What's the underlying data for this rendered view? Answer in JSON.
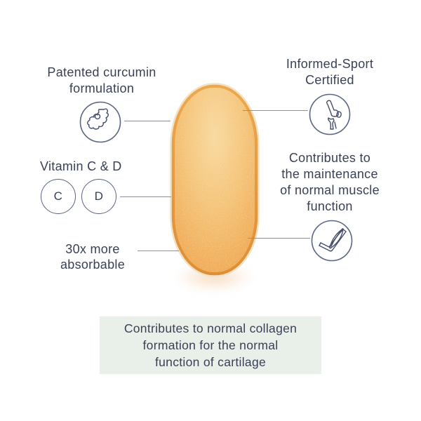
{
  "colors": {
    "background": "#ffffff",
    "text": "#3a4157",
    "connector_line": "#8d9199",
    "circle_stroke": "#5b6584",
    "icon_stroke": "#454f6b",
    "banner_background": "#e9efe9",
    "pill_rim": "#f0e2c4",
    "pill_ring": "#e6993f",
    "pill_body": "#f3bb6e",
    "pill_highlight": "#f9daa2"
  },
  "callouts": {
    "curcumin": {
      "lines": [
        "Patented curcumin",
        "formulation"
      ],
      "icon": "turmeric-root-icon"
    },
    "informed_sport": {
      "lines": [
        "Informed-Sport",
        "Certified"
      ],
      "icon": "knee-joint-icon"
    },
    "vitamins": {
      "label": "Vitamin C & D",
      "badge_c": "C",
      "badge_d": "D"
    },
    "muscle": {
      "lines": [
        "Contributes to",
        "the maintenance",
        "of normal muscle",
        "function"
      ],
      "icon": "flexed-arm-icon"
    },
    "absorbable": {
      "lines": [
        "30x more",
        "absorbable"
      ]
    }
  },
  "banner": {
    "lines": [
      "Contributes to normal collagen",
      "formation for the normal",
      "function of cartilage"
    ]
  }
}
